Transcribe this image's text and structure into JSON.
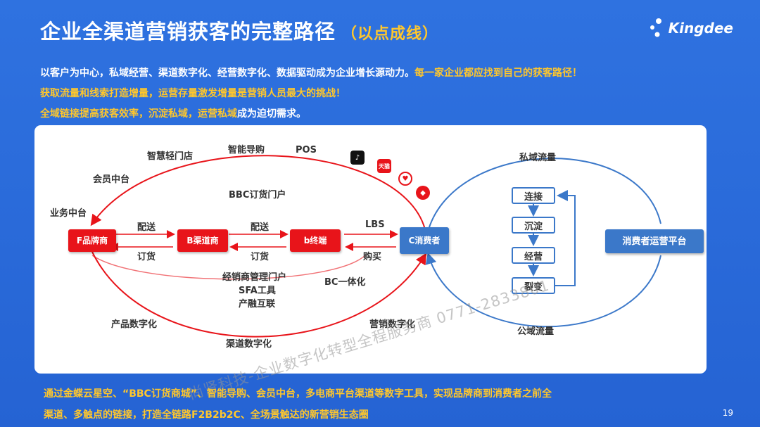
{
  "title": {
    "main": "企业全渠道营销获客的完整路径",
    "sub": "（以点成线）"
  },
  "logo": {
    "text": "Kingdee",
    "icon": "kingdee-dots-icon"
  },
  "intro": {
    "line1_white": "以客户为中心，私域经营、渠道数字化、经营数字化、数据驱动成为企业增长源动力。",
    "line1_yellow": "每一家企业都应找到自己的获客路径！",
    "line2_yellow": "获取流量和线索打造增量，运营存量激发增量是营销人员最大的挑战！",
    "line3_yellow": "全域链接提高获客效率，沉淀私域，运营私域",
    "line3_white": "成为迫切需求。"
  },
  "diagram": {
    "nodes": {
      "brand": "F品牌商",
      "channel": "B渠道商",
      "terminal": "b终端",
      "consumer": "C消费者",
      "platform": "消费者运营平台"
    },
    "cycle": {
      "connect": "连接",
      "settle": "沉淀",
      "operate": "经营",
      "fission": "裂变"
    },
    "labels": {
      "smart_store": "智慧轻门店",
      "smart_guide": "智能导购",
      "pos": "POS",
      "member_center": "会员中台",
      "business_center": "业务中台",
      "bbc_portal": "BBC订货门户",
      "deliver1": "配送",
      "deliver2": "配送",
      "lbs": "LBS",
      "order1": "订货",
      "order2": "订货",
      "buy": "购买",
      "dealer_portal": "经销商管理门户",
      "sfa": "SFA工具",
      "fintech": "产融互联",
      "bc": "BC一体化",
      "product_digital": "产品数字化",
      "marketing_digital": "营销数字化",
      "channel_digital": "渠道数字化",
      "private_traffic": "私域流量",
      "public_traffic": "公域流量"
    },
    "apps": {
      "tmall": "天猫"
    },
    "watermark": "尚贤科技-企业数字化转型全程服务商 0771-2833801"
  },
  "footer": {
    "line1": "通过金蝶云星空、“BBC订货商城”、智能导购、会员中台，多电商平台渠道等数字工具，实现品牌商到消费者之前全",
    "line2": "渠道、多触点的链接，打造全链路F2B2b2C、全场景触达的新营销生态圈"
  },
  "page_number": "19",
  "colors": {
    "background": "#2a6ad9",
    "accent_yellow": "#ffc72c",
    "red": "#e8141a",
    "blue": "#3b78c9"
  }
}
